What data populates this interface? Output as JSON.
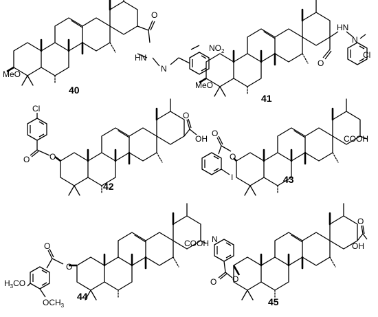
{
  "compounds": [
    {
      "number": "40",
      "labels": {
        "methoxy": "MeO",
        "amide_n": "HN",
        "imine_n": "N",
        "no2": "NO",
        "no2_sub": "2"
      }
    },
    {
      "number": "41",
      "labels": {
        "methoxy": "MeO",
        "amide_n": "HN",
        "imine_n": "N",
        "chloro": "Cl"
      }
    },
    {
      "number": "42",
      "labels": {
        "chloro": "Cl",
        "hydroxyl": "OH"
      }
    },
    {
      "number": "43",
      "labels": {
        "acid": "COOH",
        "iodo": "I"
      }
    },
    {
      "number": "44",
      "labels": {
        "acid": "COOH",
        "methoxy_a": "H",
        "methoxy_a_sub": "3",
        "methoxy_a_tail": "CO",
        "methoxy_b": "OCH",
        "methoxy_b_sub": "3"
      }
    },
    {
      "number": "45",
      "labels": {
        "pyridine_n": "N",
        "hydroxyl": "OH"
      }
    }
  ]
}
